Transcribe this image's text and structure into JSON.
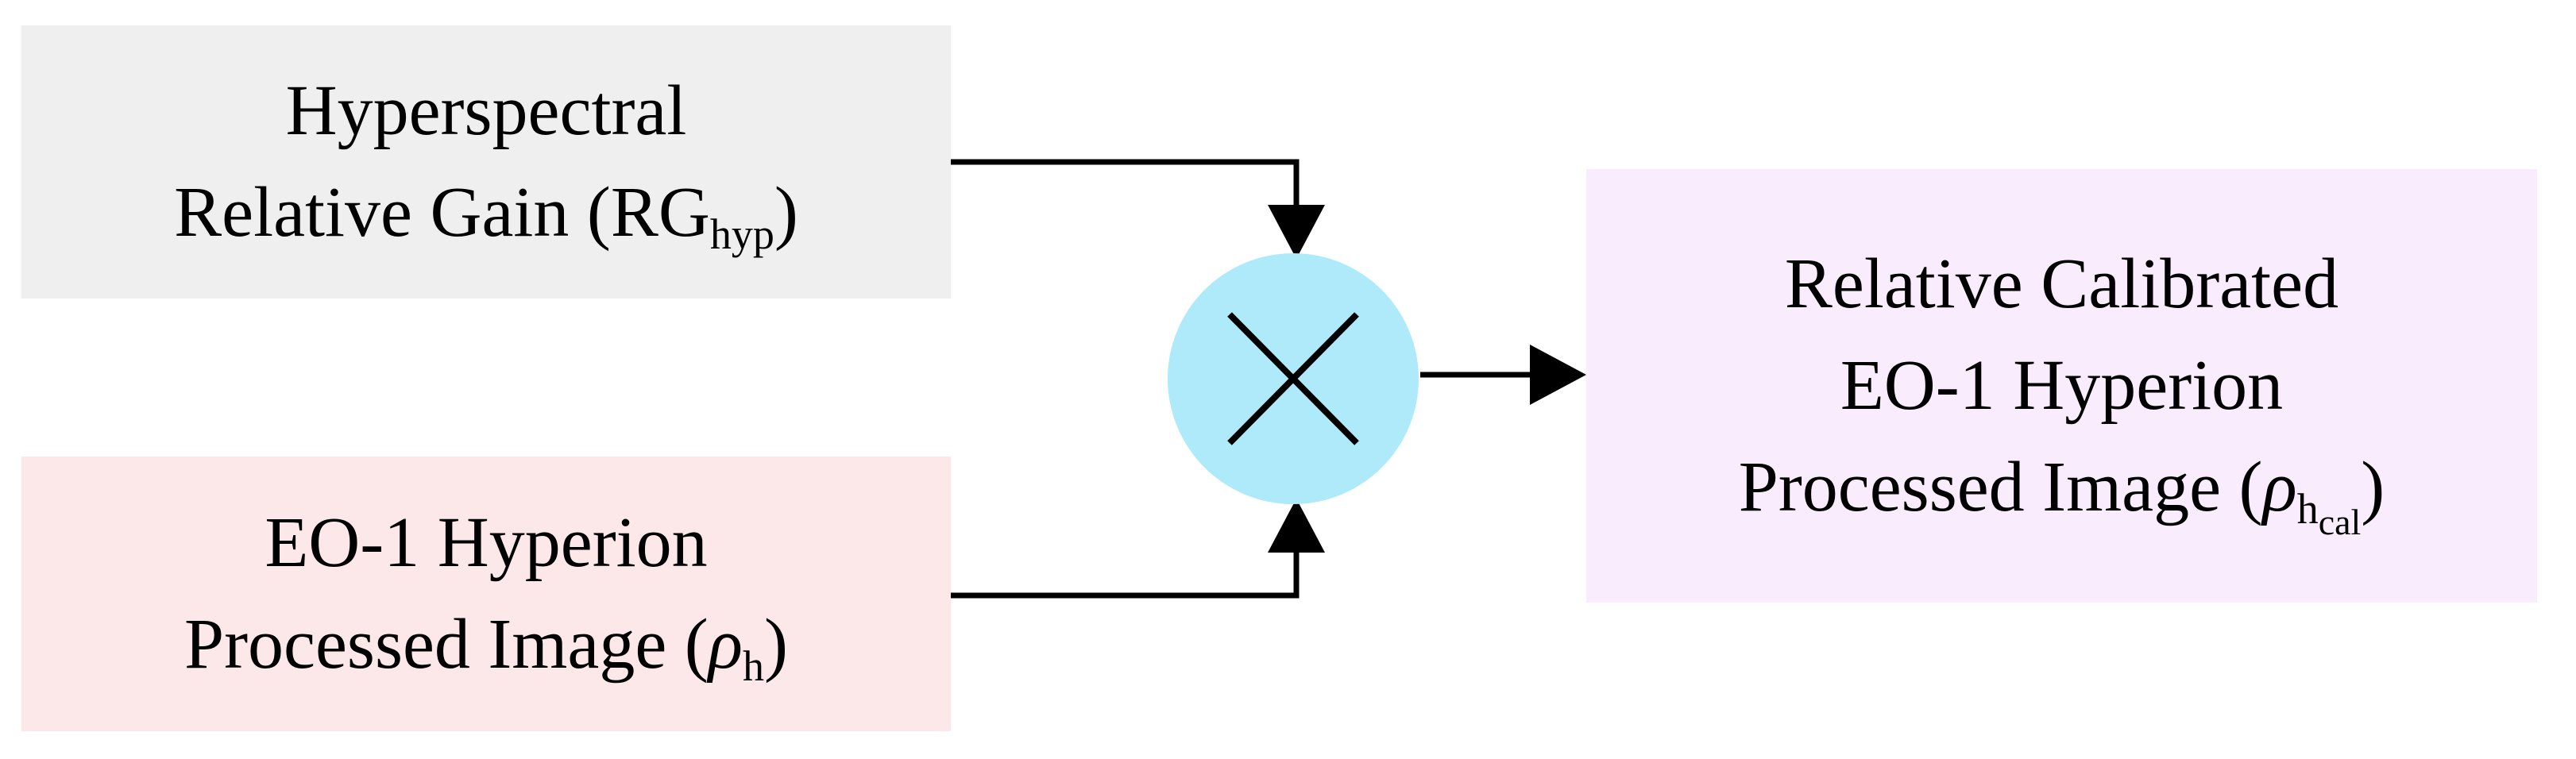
{
  "diagram": {
    "input_top": {
      "line1": "Hyperspectral",
      "line2_prefix": "Relative Gain (RG",
      "line2_sub": "hyp",
      "line2_suffix": ")"
    },
    "input_bottom": {
      "line1": "EO-1 Hyperion",
      "line2_prefix": "Processed Image (",
      "symbol": "ρ",
      "line2_sub": "h",
      "line2_suffix": ")"
    },
    "operator": {
      "symbol": "multiply",
      "fill_color": "#aeeafa"
    },
    "output": {
      "line1": "Relative Calibrated",
      "line2": "EO-1 Hyperion",
      "line3_prefix": "Processed Image (",
      "symbol": "ρ",
      "line3_sub": "h",
      "line3_subsub": "cal",
      "line3_suffix": ")"
    },
    "colors": {
      "input_top_bg": "#efefef",
      "input_bottom_bg": "#fce8e8",
      "output_bg": "#f9ecfc",
      "arrow": "#000000"
    }
  }
}
